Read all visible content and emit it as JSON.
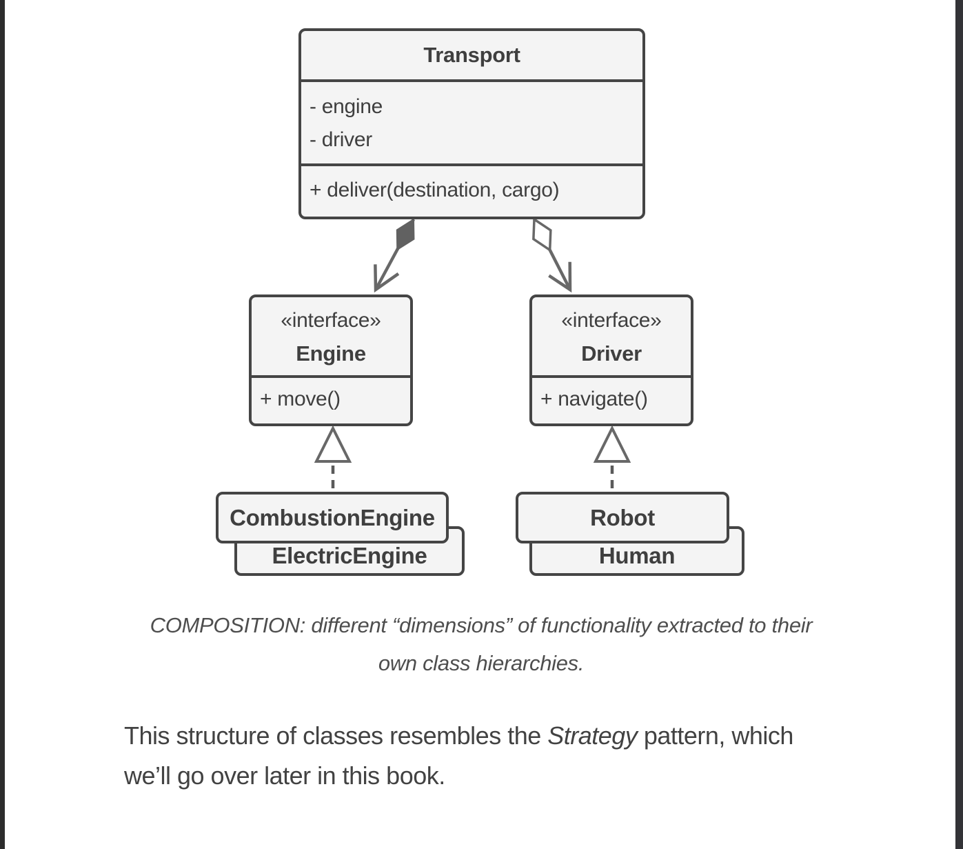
{
  "diagram": {
    "transport": {
      "title": "Transport",
      "fields": [
        "- engine",
        "- driver"
      ],
      "methods": [
        "+ deliver(destination, cargo)"
      ]
    },
    "engine": {
      "stereotype": "«interface»",
      "title": "Engine",
      "methods": [
        "+ move()"
      ]
    },
    "driver": {
      "stereotype": "«interface»",
      "title": "Driver",
      "methods": [
        "+ navigate()"
      ]
    },
    "engine_impls": [
      "CombustionEngine",
      "ElectricEngine"
    ],
    "driver_impls": [
      "Robot",
      "Human"
    ],
    "relations": [
      {
        "from": "Transport",
        "to": "Engine",
        "type": "composition"
      },
      {
        "from": "Transport",
        "to": "Driver",
        "type": "aggregation"
      },
      {
        "from": "CombustionEngine",
        "to": "Engine",
        "type": "realization"
      },
      {
        "from": "ElectricEngine",
        "to": "Engine",
        "type": "realization"
      },
      {
        "from": "Robot",
        "to": "Driver",
        "type": "realization"
      },
      {
        "from": "Human",
        "to": "Driver",
        "type": "realization"
      }
    ],
    "colors": {
      "box_fill": "#f4f4f4",
      "box_border": "#454545",
      "arrow": "#686868",
      "filled_diamond": "#616161",
      "text": "#3f3f3f"
    }
  },
  "caption": {
    "line1": "COMPOSITION: different “dimensions” of functionality extracted to their",
    "line2": "own class hierarchies."
  },
  "paragraph": {
    "line1_pre": "This structure of classes resembles the ",
    "line1_italic": "Strategy",
    "line1_post": " pattern, which",
    "line2": "we’ll go over later in this book."
  }
}
